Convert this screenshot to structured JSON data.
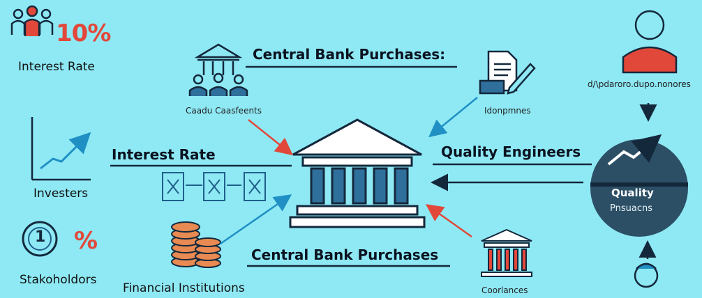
{
  "labels": {
    "percent_top": "10%",
    "interest_rate_top": "Interest Rate",
    "investers": "Investers",
    "stakeholders": "Stakoholdors",
    "financial_institutions": "Financial Institutions",
    "central_bank_top": "Central Bank Purchases:",
    "central_bank_bottom": "Central Bank Purchases",
    "interest_rate_mid": "Interest Rate",
    "quality_engineers": "Quality Engineers",
    "quality_badge_line1": "Quality",
    "quality_badge_line2": "Pnsuacns",
    "top_right_caption": "d/\\pdaroro.dupo.nonores",
    "bank_people_caption": "Caadu Caasfeents",
    "documents_caption": "Idonpmnes",
    "small_bank_caption": "Coorlances",
    "coin_digit": "1",
    "percent_small": "%"
  },
  "colors": {
    "background": "#8ee9f4",
    "accent_red": "#e2483a",
    "accent_blue": "#1f8fc4",
    "dark_navy": "#14283c",
    "column_blue": "#2f6f9c",
    "coin_orange": "#e88a52"
  },
  "icons": [
    "people-group-icon",
    "bank-people-icon",
    "document-pen-icon",
    "user-orange-icon",
    "trend-chart-icon",
    "formula-icons",
    "coin-badge-icon",
    "coin-stack-icon",
    "central-bank-icon",
    "quality-globe-icon",
    "small-bank-icon",
    "user-teal-icon"
  ]
}
